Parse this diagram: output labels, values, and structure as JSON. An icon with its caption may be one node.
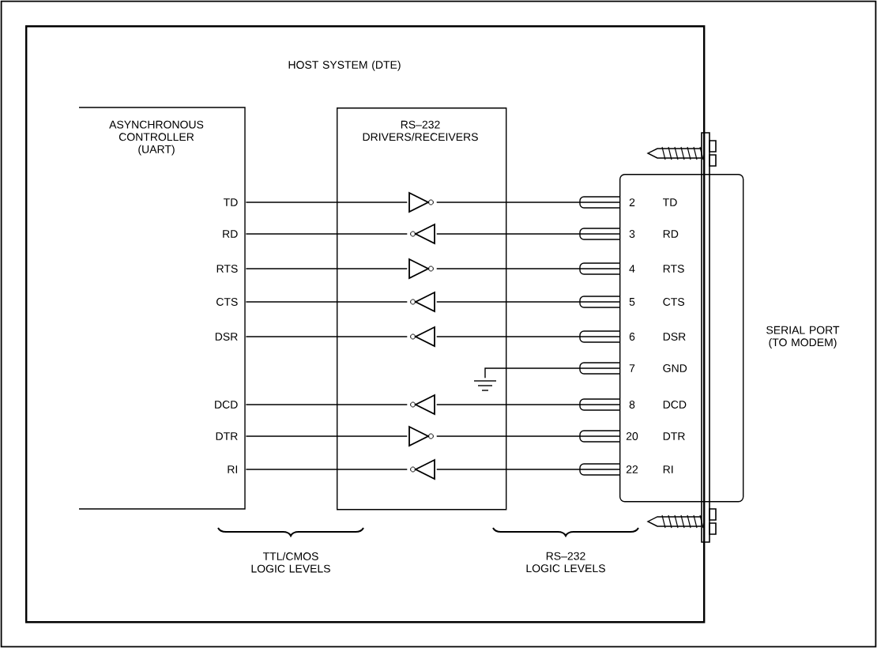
{
  "diagram": {
    "nodes": [
      {
        "text": [
          "HOST SYSTEM (DTE)"
        ]
      },
      {
        "text": [
          "ASYNCHRONOUS CONTROLLER (UART)"
        ],
        "in": 0
      },
      {
        "text": [
          "RS–232 DRIVERS/RECEIVERS"
        ],
        "in": 0
      },
      {
        "text": [],
        "shape": "triangle",
        "in": 2
      },
      {
        "text": [],
        "shape": "triangle",
        "in": 2
      },
      {
        "text": [],
        "shape": "triangle",
        "in": 2
      },
      {
        "text": [],
        "shape": "triangle",
        "in": 2
      },
      {
        "text": [],
        "shape": "triangle",
        "in": 2
      },
      {
        "text": [],
        "shape": "triangle",
        "in": 2
      },
      {
        "text": [],
        "shape": "triangle",
        "in": 2
      },
      {
        "text": [],
        "shape": "triangle",
        "in": 2
      },
      {
        "text": [
          "SERIAL PORT (TO MODEM)"
        ]
      },
      {
        "text": [],
        "shape": "ground",
        "in": 2
      }
    ],
    "edges": [
      {
        "from": 1,
        "to": 3,
        "arrow": "none"
      },
      {
        "from": 3,
        "to": 11,
        "arrow": "none"
      },
      {
        "from": 1,
        "to": 4,
        "arrow": "none"
      },
      {
        "from": 4,
        "to": 11,
        "arrow": "none"
      },
      {
        "from": 1,
        "to": 5,
        "arrow": "none"
      },
      {
        "from": 5,
        "to": 11,
        "arrow": "none"
      },
      {
        "from": 1,
        "to": 6,
        "arrow": "none"
      },
      {
        "from": 6,
        "to": 11,
        "arrow": "none"
      },
      {
        "from": 1,
        "to": 7,
        "arrow": "none"
      },
      {
        "from": 7,
        "to": 11,
        "arrow": "none"
      },
      {
        "from": 12,
        "to": 11,
        "arrow": "none"
      },
      {
        "from": 1,
        "to": 8,
        "arrow": "none"
      },
      {
        "from": 8,
        "to": 11,
        "arrow": "none"
      },
      {
        "from": 1,
        "to": 9,
        "arrow": "none"
      },
      {
        "from": 9,
        "to": 11,
        "arrow": "none"
      },
      {
        "from": 1,
        "to": 10,
        "arrow": "none"
      },
      {
        "from": 10,
        "to": 11,
        "arrow": "none"
      }
    ],
    "labels": [
      "TD",
      "2",
      "TD",
      "RD",
      "3",
      "RD",
      "RTS",
      "4",
      "RTS",
      "CTS",
      "5",
      "CTS",
      "DSR",
      "6",
      "DSR",
      "7",
      "GND",
      "DCD",
      "8",
      "DCD",
      "DTR",
      "20",
      "DTR",
      "RI",
      "22",
      "RI",
      "TTL/CMOS LOGIC LEVELS",
      "RS–232 LOGIC LEVELS"
    ]
  }
}
